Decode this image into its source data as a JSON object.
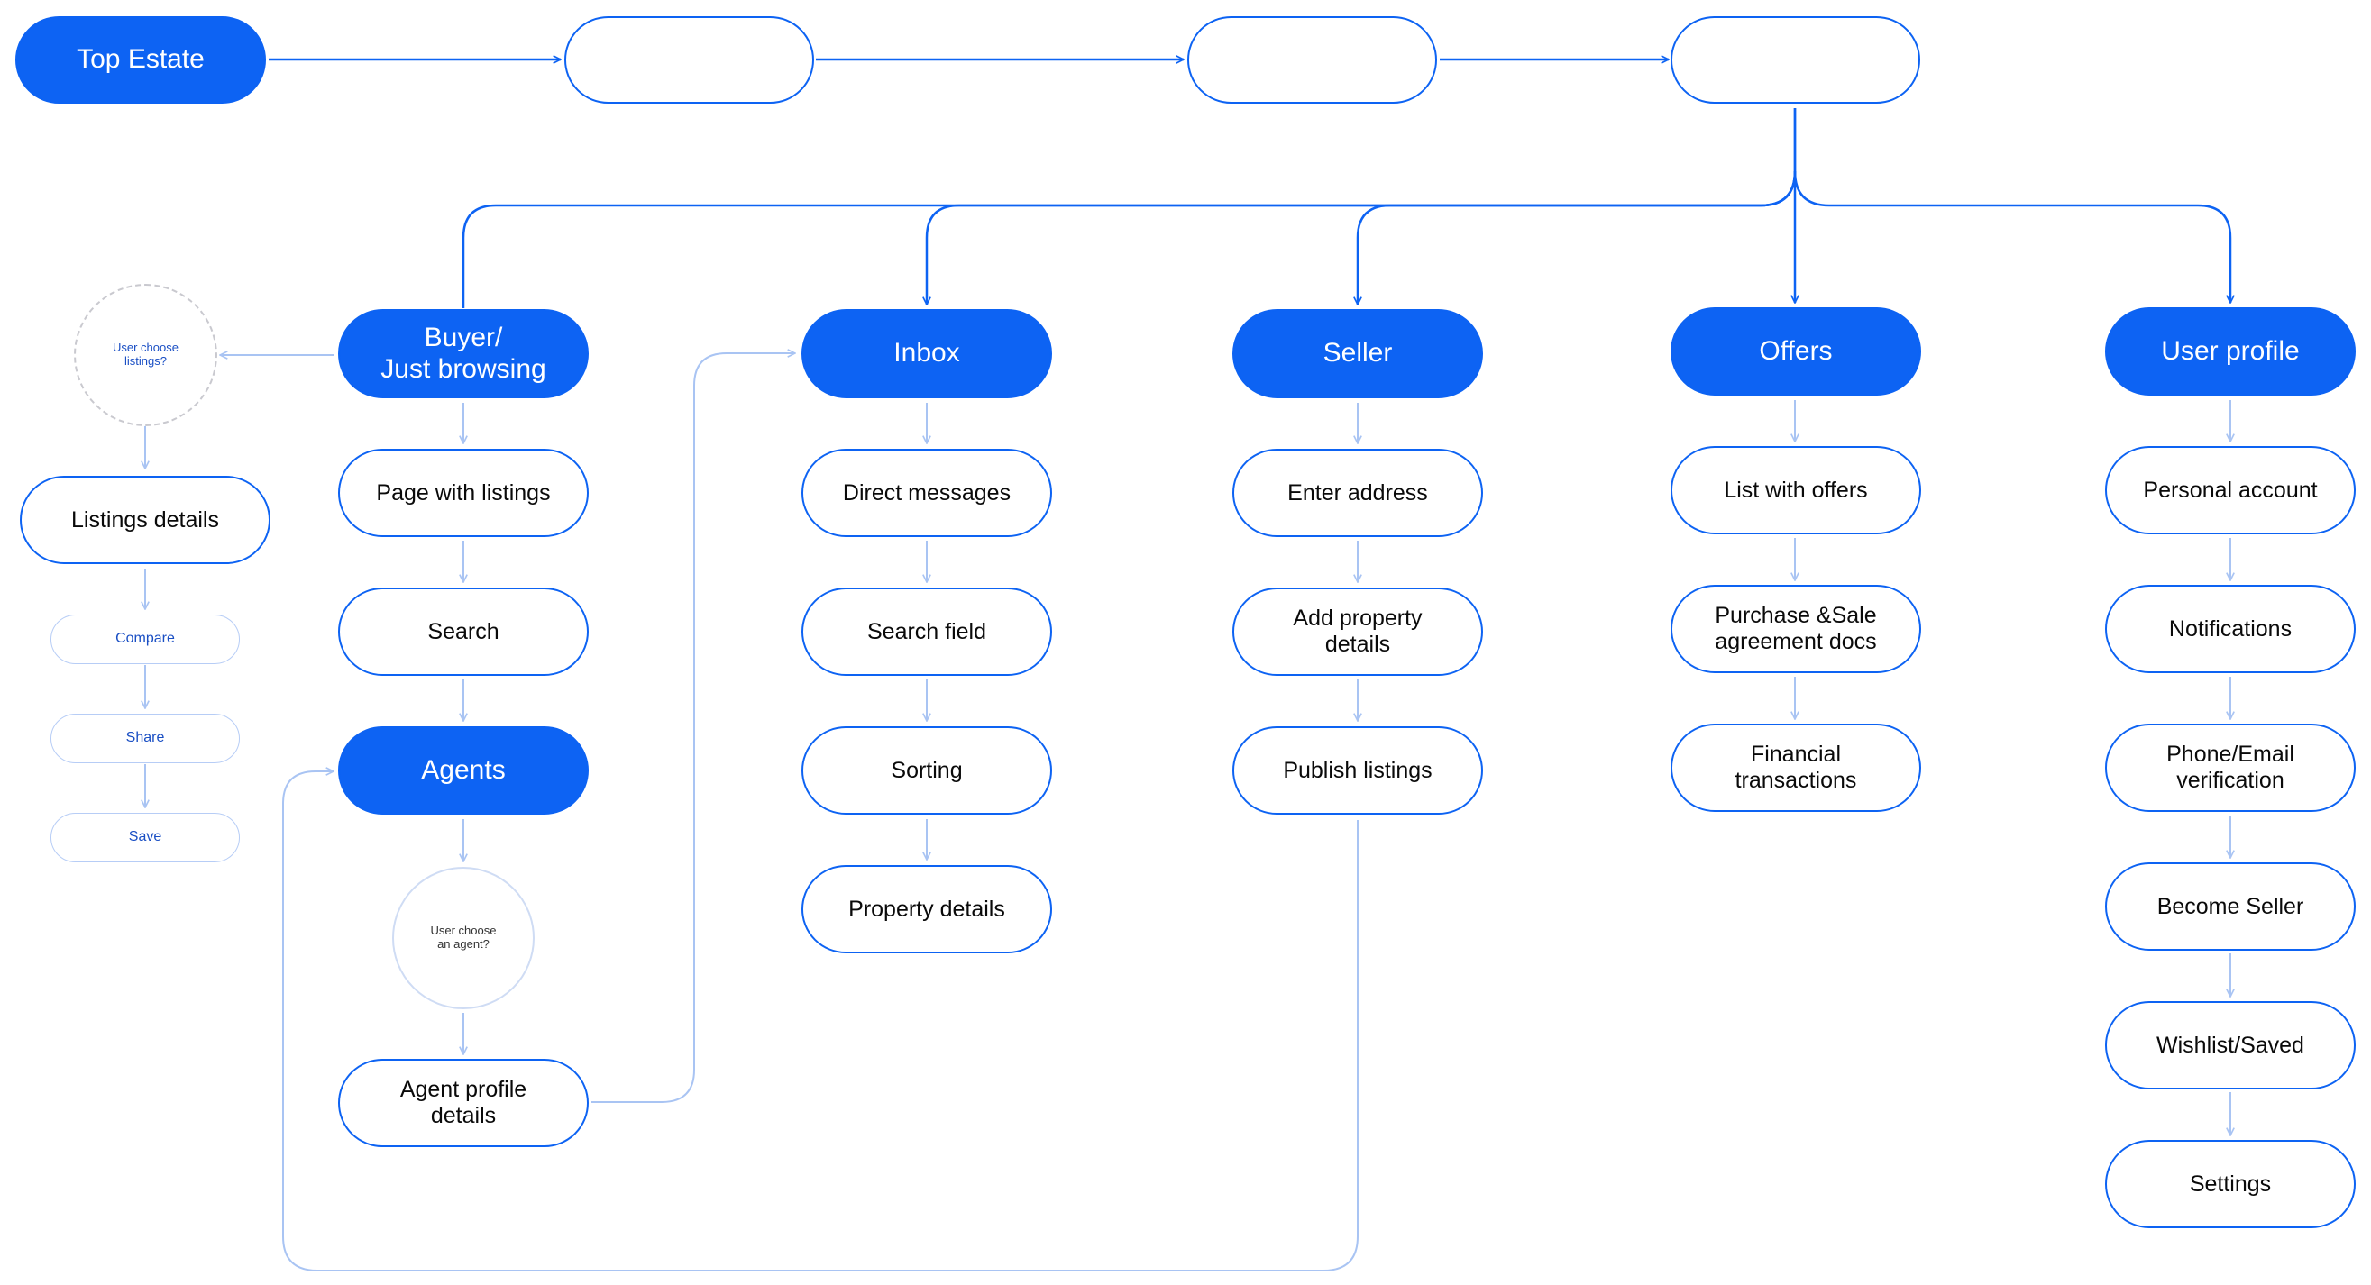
{
  "colors": {
    "accent": "#0d63f3",
    "soft_line": "#a9c4f3",
    "dashed_outline": "#c9c9cf"
  },
  "top_row": {
    "root": "Top Estate",
    "step_2": "",
    "step_3": "",
    "step_4": ""
  },
  "decisions": {
    "listings": "User choose\nlistings?",
    "agent": "User choose\nan agent?"
  },
  "listings_branch": {
    "details": "Listings details",
    "compare": "Compare",
    "share": "Share",
    "save": "Save"
  },
  "buyer": {
    "head": "Buyer/\nJust browsing",
    "items": [
      "Page with listings",
      "Search"
    ],
    "agents": "Agents",
    "agent_profile": "Agent profile\ndetails"
  },
  "inbox": {
    "head": "Inbox",
    "items": [
      "Direct messages",
      "Search field",
      "Sorting",
      "Property details"
    ]
  },
  "seller": {
    "head": "Seller",
    "items": [
      "Enter address",
      "Add property\ndetails",
      "Publish listings"
    ]
  },
  "offers": {
    "head": "Offers",
    "items": [
      "List with offers",
      "Purchase &Sale\nagreement docs",
      "Financial\ntransactions"
    ]
  },
  "user_profile": {
    "head": "User profile",
    "items": [
      "Personal account",
      "Notifications",
      "Phone/Email\nverification",
      "Become Seller",
      "Wishlist/Saved",
      "Settings"
    ]
  }
}
